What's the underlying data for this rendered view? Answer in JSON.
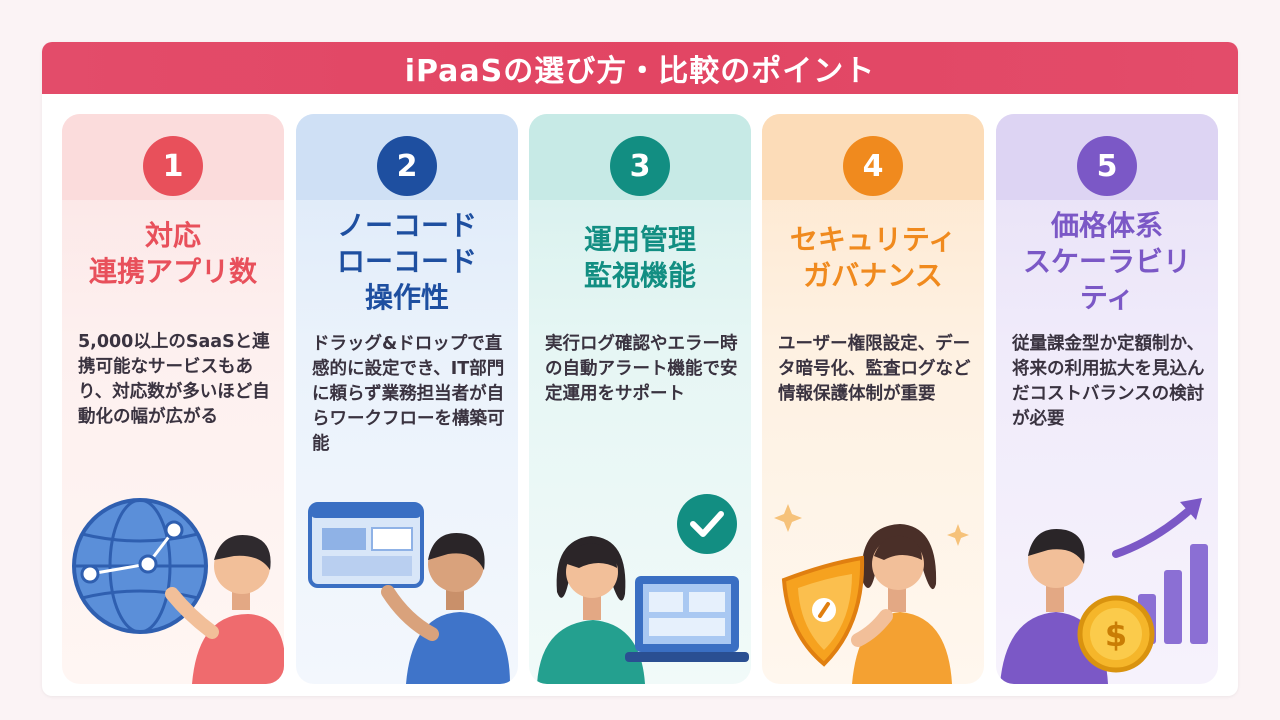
{
  "title": "iPaaSの選び方・比較のポイント",
  "colors": {
    "title_bar": "#e24563",
    "card1": "#e8505b",
    "card2": "#1e4fa0",
    "card3": "#128e82",
    "card4": "#f08a1e",
    "card5": "#7b58c6"
  },
  "cards": [
    {
      "number": "1",
      "title_lines": [
        "対応",
        "連携アプリ数"
      ],
      "body": "5,000以上のSaaSと連携可能なサービスもあり、対応数が多いほど自動化の幅が広がる",
      "icon": "globe-network-icon"
    },
    {
      "number": "2",
      "title_lines": [
        "ノーコード",
        "ローコード",
        "操作性"
      ],
      "body": "ドラッグ&ドロップで直感的に設定でき、IT部門に頼らず業務担当者が自らワークフローを構築可能",
      "icon": "drag-drop-screen-icon"
    },
    {
      "number": "3",
      "title_lines": [
        "運用管理",
        "監視機能"
      ],
      "body": "実行ログ確認やエラー時の自動アラート機能で安定運用をサポート",
      "icon": "laptop-check-icon"
    },
    {
      "number": "4",
      "title_lines": [
        "セキュリティ",
        "ガバナンス"
      ],
      "body": "ユーザー権限設定、データ暗号化、監査ログなど情報保護体制が重要",
      "icon": "shield-icon"
    },
    {
      "number": "5",
      "title_lines": [
        "価格体系",
        "スケーラビリ",
        "ティ"
      ],
      "body": "従量課金型か定額制か、将来の利用拡大を見込んだコストバランスの検討が必要",
      "icon": "coin-growth-icon"
    }
  ]
}
